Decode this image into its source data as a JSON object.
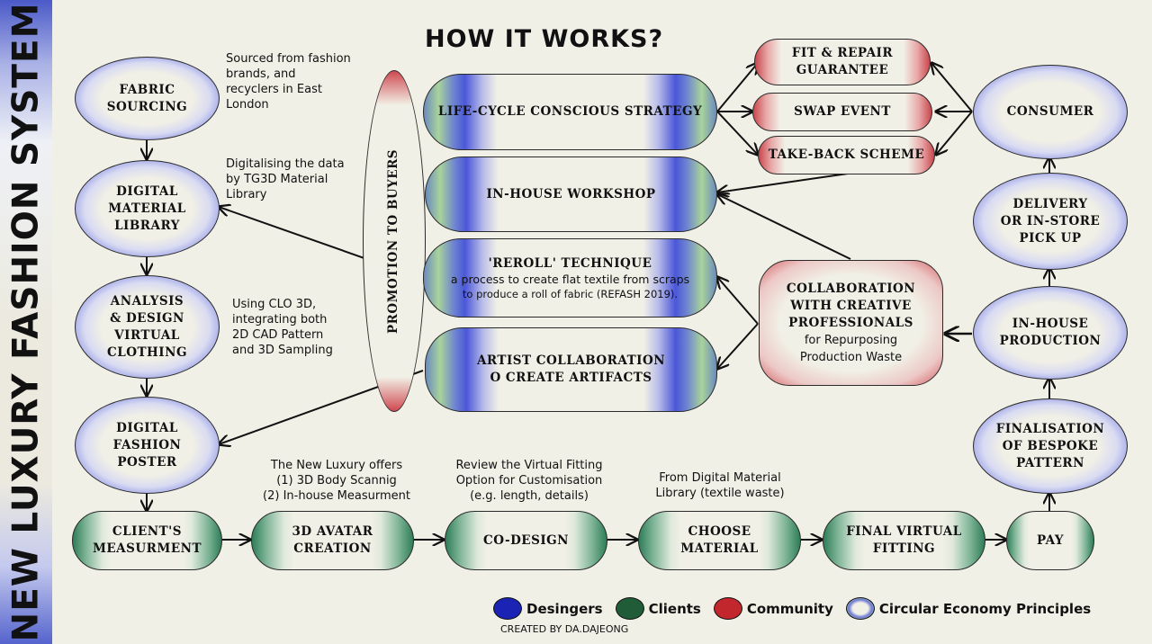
{
  "sidebar_title": "NEW LUXURY FASHION SYSTEM",
  "title": "HOW IT WORKS?",
  "colors": {
    "designers": "#1b23b5",
    "clients": "#1f5c37",
    "community": "#c1272d",
    "background": "#f1f0e6"
  },
  "left_column": [
    {
      "label": "FABRIC\nSOURCING",
      "note": "Sourced from fashion brands, and recyclers in East London"
    },
    {
      "label": "DIGITAL\nMATERIAL\nLIBRARY",
      "note": "Digitalising the data by TG3D Material Library"
    },
    {
      "label": "ANALYSIS\n& DESIGN\nVIRTUAL\nCLOTHING",
      "note": "Using CLO 3D, integrating both 2D CAD Pattern and 3D Sampling"
    },
    {
      "label": "DIGITAL\nFASHION\nPOSTER"
    }
  ],
  "promotion": {
    "label": "PROMOTION TO BUYERS"
  },
  "center_column": [
    {
      "label": "LIFE-CYCLE CONSCIOUS STRATEGY"
    },
    {
      "label": "IN-HOUSE WORKSHOP"
    },
    {
      "label": "'REROLL' TECHNIQUE",
      "sub": "a process to create flat textile from scraps",
      "sub2": "to produce a roll of fabric (REFASH 2019)."
    },
    {
      "label": "ARTIST COLLABORATION\nO CREATE ARTIFACTS"
    }
  ],
  "lifecycle_options": [
    {
      "label": "FIT & REPAIR\nGUARANTEE"
    },
    {
      "label": "SWAP EVENT"
    },
    {
      "label": "TAKE-BACK SCHEME"
    }
  ],
  "collaboration": {
    "label": "COLLABORATION\nWITH CREATIVE\nPROFESSIONALS",
    "sub": "for Repurposing\nProduction Waste"
  },
  "right_column": [
    {
      "label": "CONSUMER"
    },
    {
      "label": "DELIVERY\nOR IN-STORE\nPICK UP"
    },
    {
      "label": "IN-HOUSE\nPRODUCTION"
    },
    {
      "label": "FINALISATION\nOF BESPOKE\nPATTERN"
    }
  ],
  "bottom_row": [
    {
      "label": "CLIENT'S\nMEASURMENT"
    },
    {
      "label": "3D AVATAR\nCREATION",
      "note": "The New Luxury offers\n(1) 3D Body Scannig\n(2) In-house Measurment"
    },
    {
      "label": "CO-DESIGN",
      "note": "Review the Virtual Fitting\nOption for Customisation\n(e.g. length, details)"
    },
    {
      "label": "CHOOSE\nMATERIAL",
      "note": "From Digital Material\nLibrary (textile waste)"
    },
    {
      "label": "FINAL VIRTUAL\nFITTING"
    },
    {
      "label": "PAY"
    }
  ],
  "legend": [
    {
      "label": "Desingers",
      "swatch": "designers"
    },
    {
      "label": "Clients",
      "swatch": "clients"
    },
    {
      "label": "Community",
      "swatch": "community"
    },
    {
      "label": "Circular Economy Principles",
      "swatch": "circular"
    }
  ],
  "credit": "CREATED BY DA.DAJEONG"
}
